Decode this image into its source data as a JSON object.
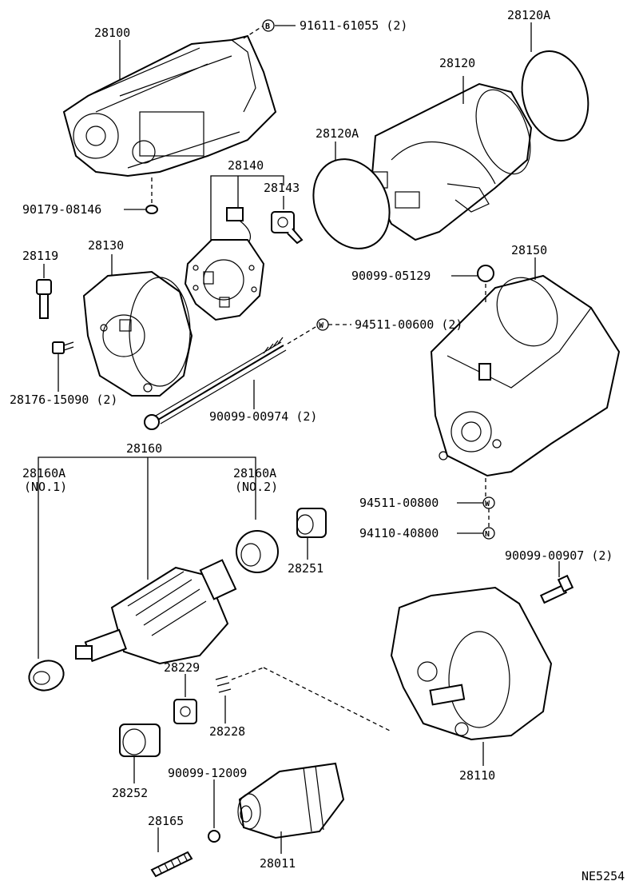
{
  "diagram": {
    "figure_code": "NE5254",
    "labels": {
      "p28100": "28100",
      "p91611": "91611-61055 (2)",
      "b91611": "B",
      "p28120A_top": "28120A",
      "p28120": "28120",
      "p28120A_mid": "28120A",
      "p28140": "28140",
      "p28143": "28143",
      "p90179": "90179-08146",
      "p28119": "28119",
      "p28130": "28130",
      "p28150": "28150",
      "p90099_05129": "90099-05129",
      "p94511_00600": "94511-00600 (2)",
      "w94511_00600": "W",
      "p28176": "28176-15090 (2)",
      "p90099_00974": "90099-00974 (2)",
      "p28160": "28160",
      "p28160A_1": "28160A",
      "p28160A_1_sub": "(NO.1)",
      "p28160A_2": "28160A",
      "p28160A_2_sub": "(NO.2)",
      "p28251": "28251",
      "p94511_00800": "94511-00800",
      "w94511_00800": "W",
      "p94110": "94110-40800",
      "n94110": "N",
      "p90099_00907": "90099-00907 (2)",
      "p28229": "28229",
      "p28228": "28228",
      "p28110": "28110",
      "p28252": "28252",
      "p90099_12009": "90099-12009",
      "p28165": "28165",
      "p28011": "28011"
    }
  }
}
